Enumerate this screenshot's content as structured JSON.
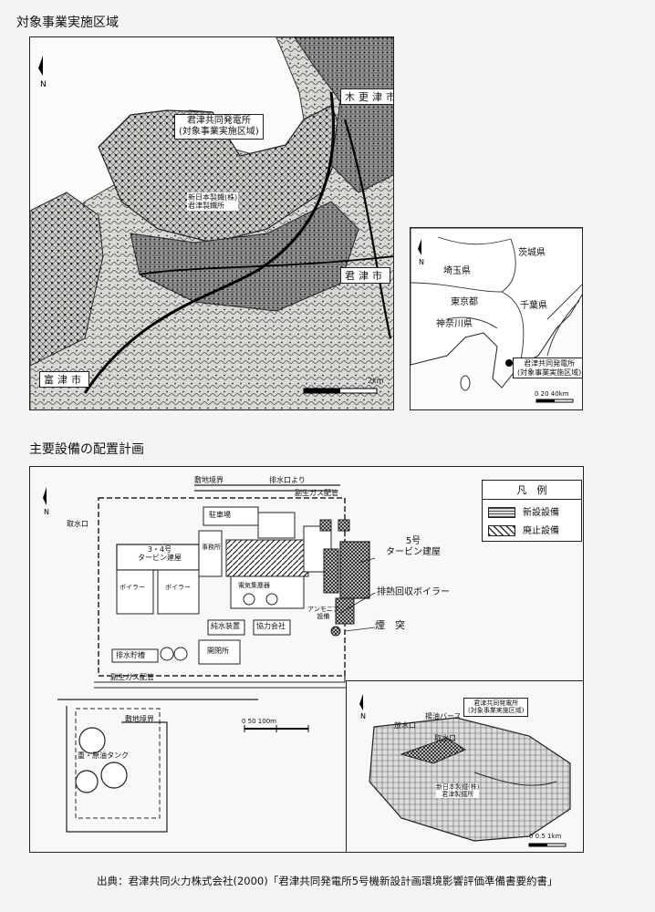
{
  "section1": {
    "title": "対象事業実施区域",
    "map": {
      "site_label_line1": "君津共同発電所",
      "site_label_line2": "(対象事業実施区域)",
      "steelworks_line1": "新日本製鐵(株)",
      "steelworks_line2": "君津製鐵所",
      "city_kisarazu": "木更津市",
      "city_kimitsu": "君津市",
      "city_futtsu": "富津市",
      "scale_label": "2km"
    },
    "inset": {
      "pref_ibaraki": "茨城県",
      "pref_saitama": "埼玉県",
      "pref_tokyo": "東京都",
      "pref_chiba": "千葉県",
      "pref_kanagawa": "神奈川県",
      "site_line1": "君津共同発電所",
      "site_line2": "(対象事業実施区域)",
      "scale": "0    20    40km"
    }
  },
  "section2": {
    "title": "主要設備の配置計画",
    "legend": {
      "title": "凡　例",
      "new": "新設設備",
      "old": "廃止設備"
    },
    "plan": {
      "boundary": "敷地境界",
      "outfall_top": "排水口より",
      "gas_pipe_top": "副生ガス配管",
      "intake": "取水口",
      "parking": "駐車場",
      "turbine_34": "3・4号",
      "turbine_34b": "タービン建屋",
      "office": "事務所",
      "boiler1": "ボイラー",
      "boiler2": "ボイラー",
      "elec_dust": "電気集塵器",
      "no5_label": "5号",
      "no5_label2": "タービン建屋",
      "hrsg": "排熱回収ボイラー",
      "stack": "煙　突",
      "ammonia": "アンモニア",
      "ammonia2": "設備",
      "water_treat": "純水装置",
      "contractor": "協力会社",
      "substation": "開閉所",
      "drain_tank": "排水貯槽",
      "gas_pipe_bottom": "副生ガス配管",
      "fuel_tank": "重・原油タンク",
      "boundary2": "敷地境界",
      "scale": "0       50      100m"
    },
    "inset2": {
      "site_line1": "君津共同発電所",
      "site_line2": "(対象事業実施区域)",
      "outfall": "放水口",
      "berth": "揚油バース",
      "intake": "取水口",
      "steel_line1": "新日本製鐵(株)",
      "steel_line2": "君津製鐵所",
      "scale": "0  0.5  1km"
    }
  },
  "source": "出典：君津共同火力株式会社(2000)「君津共同発電所5号機新設計画環境影響評価準備書要約書」"
}
